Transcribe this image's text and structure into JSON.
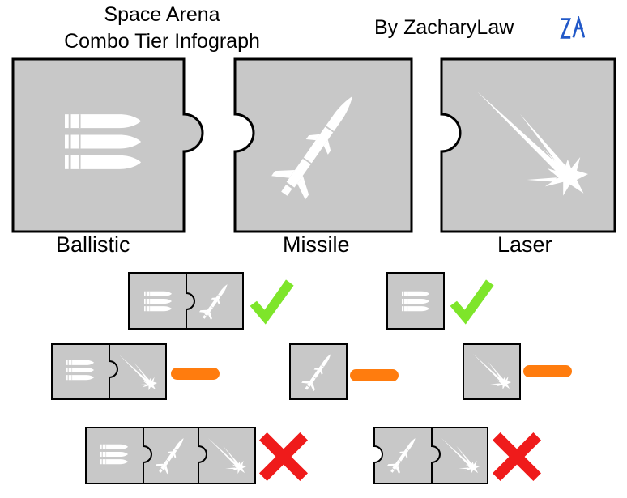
{
  "header": {
    "title_line1": "Space Arena",
    "title_line2": "Combo Tier Infograph",
    "byline": "By ZacharyLaw"
  },
  "pieces": [
    {
      "label": "Ballistic",
      "icon": "bullets-icon"
    },
    {
      "label": "Missile",
      "icon": "missile-icon"
    },
    {
      "label": "Laser",
      "icon": "laser-icon"
    }
  ],
  "combos": [
    {
      "pieces": [
        "Ballistic",
        "Missile"
      ],
      "rating": "good"
    },
    {
      "pieces": [
        "Ballistic"
      ],
      "rating": "good"
    },
    {
      "pieces": [
        "Ballistic",
        "Laser"
      ],
      "rating": "neutral"
    },
    {
      "pieces": [
        "Missile"
      ],
      "rating": "neutral"
    },
    {
      "pieces": [
        "Laser"
      ],
      "rating": "neutral"
    },
    {
      "pieces": [
        "Ballistic",
        "Missile",
        "Laser"
      ],
      "rating": "bad"
    },
    {
      "pieces": [
        "Missile",
        "Laser"
      ],
      "rating": "bad"
    }
  ],
  "colors": {
    "piece_fill": "#c8c8c8",
    "outline": "#000000",
    "icon": "#ffffff",
    "good": "#7ee52a",
    "neutral": "#ff7c0e",
    "bad": "#ef1b1b",
    "logo": "#2158c8"
  }
}
